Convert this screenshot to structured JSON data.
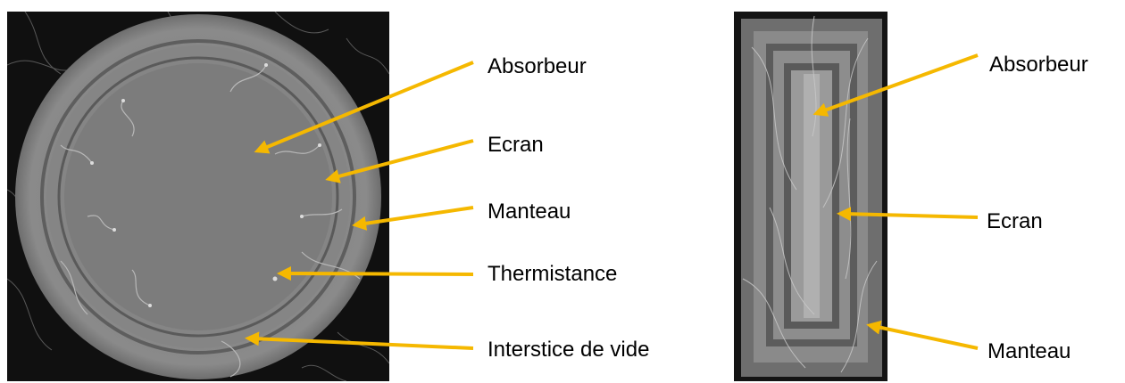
{
  "colors": {
    "arrow": "#f5b800",
    "background_dark": "#101010",
    "text": "#000000"
  },
  "left_figure": {
    "labels": [
      {
        "id": "absorbeur",
        "text": "Absorbeur"
      },
      {
        "id": "ecran",
        "text": "Ecran"
      },
      {
        "id": "manteau",
        "text": "Manteau"
      },
      {
        "id": "thermistance",
        "text": "Thermistance"
      },
      {
        "id": "interstice",
        "text": "Interstice de vide"
      }
    ]
  },
  "right_figure": {
    "labels": [
      {
        "id": "absorbeur",
        "text": "Absorbeur"
      },
      {
        "id": "ecran",
        "text": "Ecran"
      },
      {
        "id": "manteau",
        "text": "Manteau"
      }
    ]
  }
}
